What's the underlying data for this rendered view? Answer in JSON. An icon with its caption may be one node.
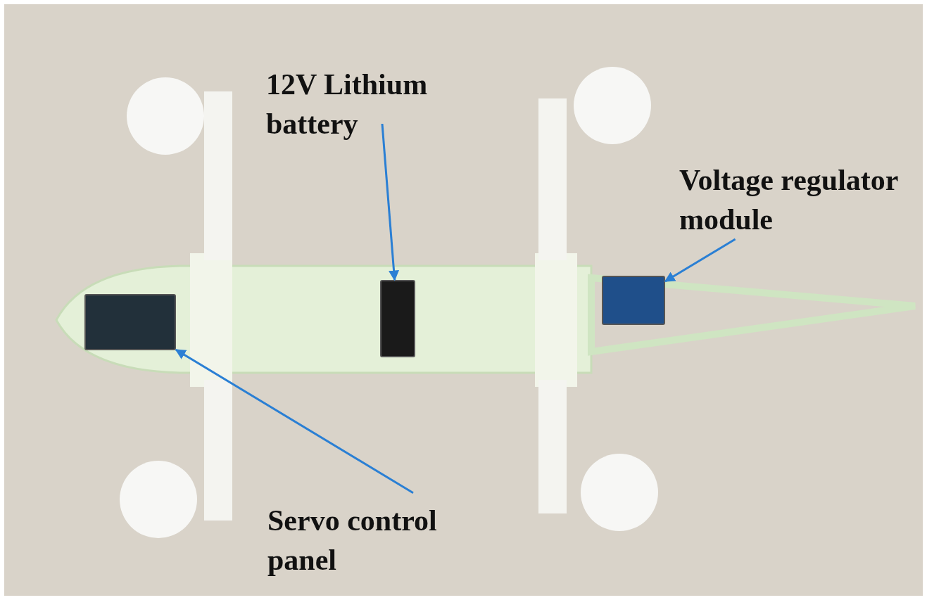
{
  "diagram": {
    "nodes": [
      {
        "text": [],
        "shape": "picture"
      },
      {
        "text": [
          "12V Lithium battery"
        ],
        "in": 0
      },
      {
        "text": [
          "Voltage regulator module"
        ],
        "in": 0
      },
      {
        "text": [
          "Servo control panel"
        ],
        "in": 0
      },
      {
        "text": [],
        "shape": "box",
        "in": 0
      },
      {
        "text": [],
        "shape": "box",
        "in": 0
      },
      {
        "text": [],
        "shape": "box",
        "in": 0
      }
    ],
    "edges": [
      {
        "from": 1,
        "to": 5,
        "arrow": "to"
      },
      {
        "from": 2,
        "to": 6,
        "arrow": "to"
      },
      {
        "from": 3,
        "to": 4,
        "arrow": "to"
      }
    ]
  }
}
